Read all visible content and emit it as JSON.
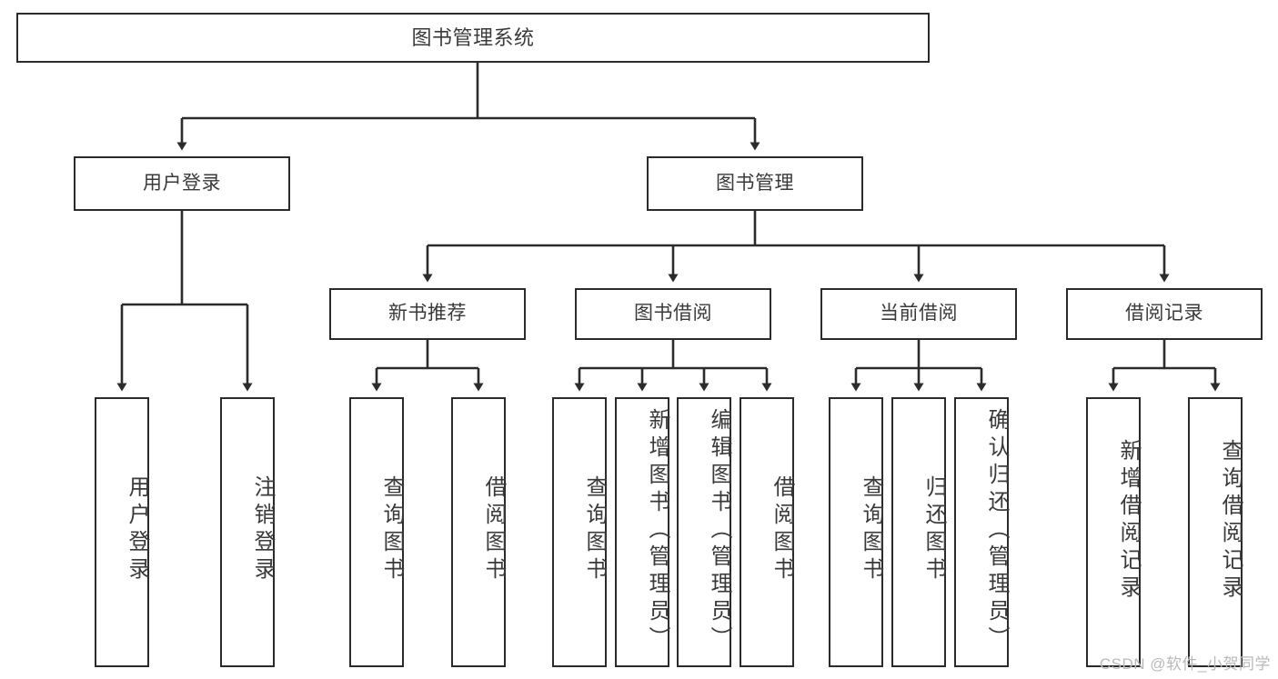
{
  "diagram": {
    "title": "图书管理系统",
    "type": "tree",
    "colors": {
      "background": "#ffffff",
      "border": "#2b2b2b",
      "text": "#3a3a3a",
      "watermark": "#b9b9b9"
    },
    "root": {
      "label": "图书管理系统"
    },
    "level2": [
      {
        "label": "用户登录"
      },
      {
        "label": "图书管理"
      }
    ],
    "level3": [
      {
        "label": "新书推荐"
      },
      {
        "label": "图书借阅"
      },
      {
        "label": "当前借阅"
      },
      {
        "label": "借阅记录"
      }
    ],
    "leaves": {
      "user_login": [
        {
          "label": "用户登录"
        },
        {
          "label": "注销登录"
        }
      ],
      "new_recommend": [
        {
          "label": "查询图书"
        },
        {
          "label": "借阅图书"
        }
      ],
      "book_borrow": [
        {
          "label": "查询图书"
        },
        {
          "label": "新增图书（管理员）"
        },
        {
          "label": "编辑图书（管理员）"
        },
        {
          "label": "借阅图书"
        }
      ],
      "current_borrow": [
        {
          "label": "查询图书"
        },
        {
          "label": "归还图书"
        },
        {
          "label": "确认归还（管理员）"
        }
      ],
      "borrow_record": [
        {
          "label": "新增借阅记录"
        },
        {
          "label": "查询借阅记录"
        }
      ]
    }
  },
  "watermark": {
    "text": "CSDN @软件_小贺同学"
  }
}
